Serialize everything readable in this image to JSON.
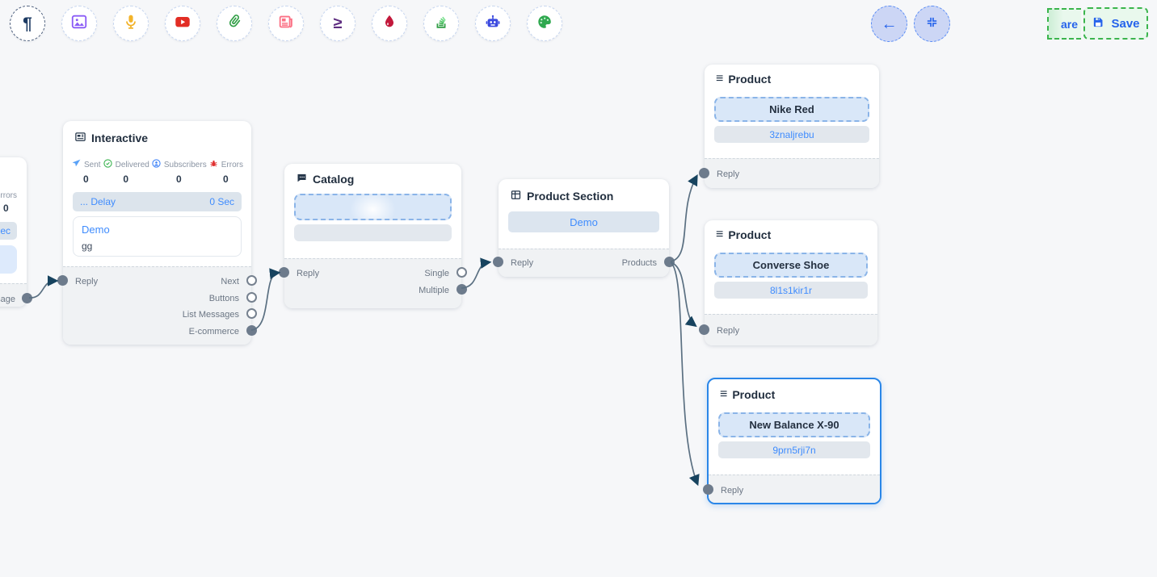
{
  "toolbar": {
    "buttons": [
      {
        "icon": "pilcrow-icon",
        "glyph": "¶",
        "color": "#1d3b63"
      },
      {
        "icon": "image-icon",
        "color": "#8b5cf6"
      },
      {
        "icon": "microphone-icon",
        "color": "#f2b32a"
      },
      {
        "icon": "youtube-icon",
        "color": "#e22d24"
      },
      {
        "icon": "paperclip-icon",
        "color": "#2f9e44"
      },
      {
        "icon": "newspaper-icon",
        "color": "#fb7185"
      },
      {
        "icon": "greater-equal-icon",
        "glyph": "≥",
        "color": "#5e2d80"
      },
      {
        "icon": "droplet-icon",
        "color": "#c2183b"
      },
      {
        "icon": "stack-icon",
        "color": "#37b24d"
      },
      {
        "icon": "robot-icon",
        "color": "#3b49df"
      },
      {
        "icon": "palette-icon",
        "color": "#2fa84f"
      }
    ],
    "back_icon": "arrow-left-icon",
    "back_glyph": "←",
    "fit_icon": "compress-icon",
    "partial_button_visible_text": "are",
    "save_label": "Save",
    "save_accent": "#3bb54d",
    "save_text_color": "#2563eb"
  },
  "nodes": {
    "partial_left": {
      "errors_label": "Errors",
      "errors_value": "0",
      "delay_fragment": "Sec",
      "output_fragment": "essage"
    },
    "interactive": {
      "title": "Interactive",
      "stats": [
        {
          "icon": "sent-icon",
          "label": "Sent",
          "value": "0"
        },
        {
          "icon": "delivered-icon",
          "label": "Delivered",
          "value": "0"
        },
        {
          "icon": "subscribers-icon",
          "label": "Subscribers",
          "value": "0"
        },
        {
          "icon": "errors-icon",
          "label": "Errors",
          "value": "0"
        }
      ],
      "delay_label": "... Delay",
      "delay_value": "0 Sec",
      "message_title": "Demo",
      "message_body": "gg",
      "input_label": "Reply",
      "outputs": [
        "Next",
        "Buttons",
        "List Messages",
        "E-commerce"
      ]
    },
    "catalog": {
      "title": "Catalog",
      "input_label": "Reply",
      "outputs": [
        "Single",
        "Multiple"
      ]
    },
    "product_section": {
      "title": "Product Section",
      "button_label": "Demo",
      "input_label": "Reply",
      "output_label": "Products"
    },
    "products": [
      {
        "title": "Product",
        "glyph": "≡",
        "name": "Nike Red",
        "id": "3znaljrebu",
        "input_label": "Reply"
      },
      {
        "title": "Product",
        "glyph": "≡",
        "name": "Converse Shoe",
        "id": "8l1s1kir1r",
        "input_label": "Reply"
      },
      {
        "title": "Product",
        "glyph": "≡",
        "name": "New Balance X-90",
        "id": "9prn5rji7n",
        "input_label": "Reply",
        "selected": true
      }
    ]
  },
  "colors": {
    "canvas_bg": "#f6f7f9",
    "edge": "#5b7082",
    "arrow": "#17435f",
    "selected_border": "#2a86e8",
    "accent_blue": "#3f8cfe"
  }
}
